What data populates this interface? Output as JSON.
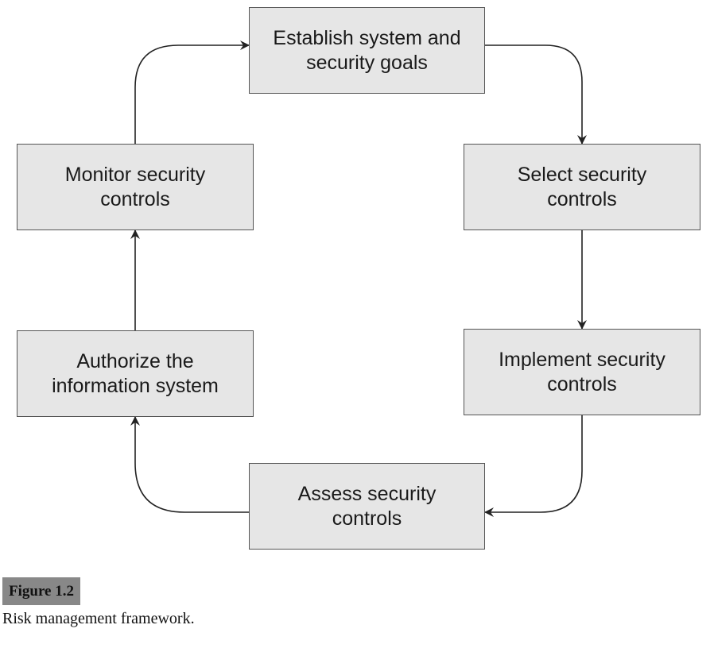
{
  "diagram": {
    "steps": [
      "Establish system and\nsecurity goals",
      "Select security\ncontrols",
      "Implement security\ncontrols",
      "Assess security\ncontrols",
      "Authorize the\ninformation system",
      "Monitor security\ncontrols"
    ],
    "box_fill": "#e6e6e6",
    "box_border": "#555555",
    "arrow_color": "#222222"
  },
  "figure": {
    "label": "Figure 1.2",
    "caption": "Risk management framework."
  }
}
